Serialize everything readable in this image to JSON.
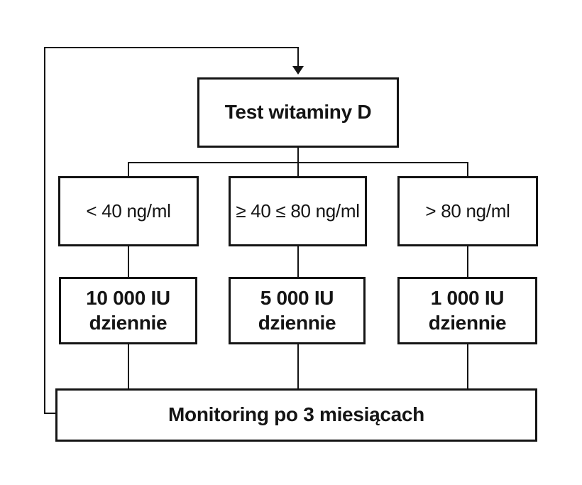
{
  "flowchart": {
    "title_box": {
      "label": "Test witaminy D"
    },
    "level_boxes": [
      {
        "label": "< 40 ng/ml"
      },
      {
        "label": "≥ 40 ≤ 80 ng/ml"
      },
      {
        "label": "> 80 ng/ml"
      }
    ],
    "dose_boxes": [
      {
        "line1": "10 000 IU",
        "line2": "dziennie"
      },
      {
        "line1": "5 000 IU",
        "line2": "dziennie"
      },
      {
        "line1": "1 000 IU",
        "line2": "dziennie"
      }
    ],
    "monitoring_box": {
      "label": "Monitoring po 3 miesiącach"
    },
    "colors": {
      "line": "#141414",
      "background": "#ffffff",
      "box_fill": "#ffffff"
    }
  }
}
